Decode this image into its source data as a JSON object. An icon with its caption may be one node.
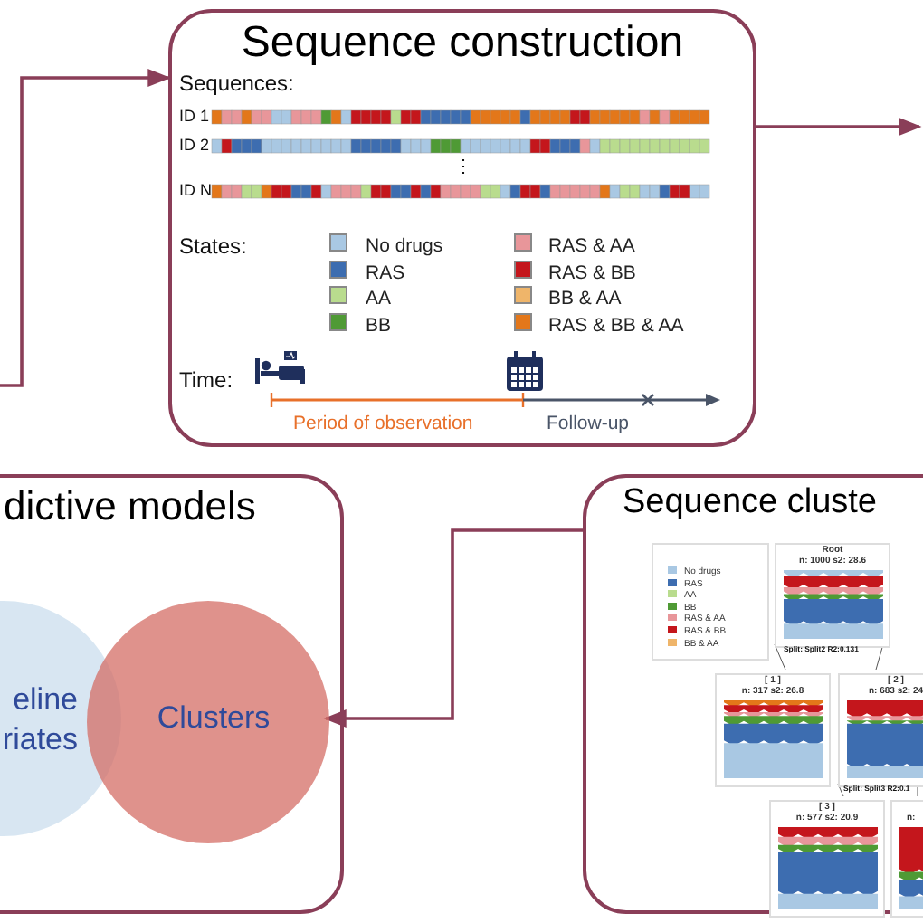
{
  "diagram": {
    "nodes": [
      {
        "text": [
          "Sequence construction"
        ]
      },
      {
        "text": [
          "dictive models"
        ]
      },
      {
        "text": [
          "eline riates"
        ],
        "in": 1
      },
      {
        "text": [
          "Clusters"
        ],
        "in": 1
      },
      {
        "text": [
          "Sequence cluste"
        ]
      },
      {
        "text": [
          "No drugs",
          "RAS",
          "AA",
          "BB",
          "RAS & AA",
          "RAS & BB",
          "BB & AA"
        ],
        "in": 4
      },
      {
        "text": [
          "Root",
          "n: 1000 s2: 28.6"
        ],
        "in": 4
      },
      {
        "text": [
          "[ 1 ]",
          "n: 317 s2: 26.8"
        ],
        "in": 4
      },
      {
        "text": [
          "[ 2 ]",
          "n: 683 s2: 24"
        ],
        "in": 4
      },
      {
        "text": [
          "[ 3 ]",
          "n: 577 s2: 20.9"
        ],
        "in": 4
      },
      {
        "text": [
          "n:"
        ],
        "in": 4
      }
    ],
    "edges": [
      {
        "from": null,
        "to": 0,
        "arrow": "to"
      },
      {
        "from": 0,
        "to": null,
        "arrow": "to"
      },
      {
        "from": 4,
        "to": 3,
        "arrow": "to"
      },
      {
        "from": 6,
        "to": 7,
        "arrow": "none"
      },
      {
        "from": 6,
        "to": 8,
        "arrow": "none"
      },
      {
        "from": 8,
        "to": 9,
        "arrow": "none"
      },
      {
        "from": 8,
        "to": 10,
        "arrow": "none"
      }
    ],
    "labels": [
      "Sequences:",
      "ID 1",
      "ID 2",
      "⋮",
      "ID N",
      "States:",
      "Time:",
      "Period of observation",
      "Follow-up",
      "Split: Split2 R2:0.131",
      "Split: Split3 R2:0.1"
    ],
    "legend": [
      {
        "text": "No drugs",
        "color": "#a9c8e3"
      },
      {
        "text": "RAS",
        "color": "#3d6db0"
      },
      {
        "text": "AA",
        "color": "#b9dc8e"
      },
      {
        "text": "BB",
        "color": "#4f9a35"
      },
      {
        "text": "RAS & AA",
        "color": "#e8969a"
      },
      {
        "text": "RAS & BB",
        "color": "#c4161c"
      },
      {
        "text": "BB & AA",
        "color": "#efb56a"
      },
      {
        "text": "RAS & BB & AA",
        "color": "#e3771a"
      }
    ]
  }
}
